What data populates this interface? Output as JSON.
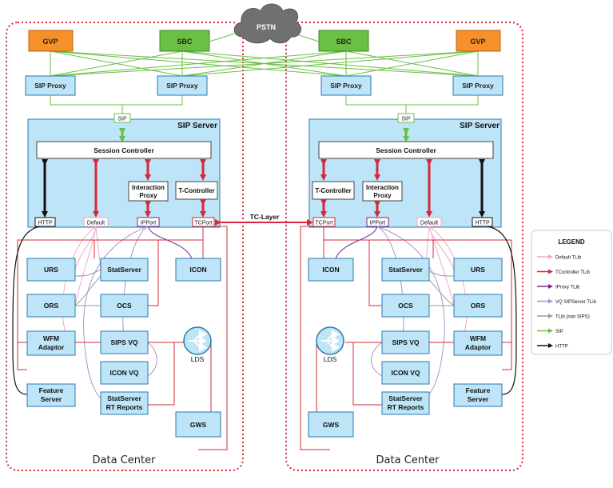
{
  "cloud": {
    "label": "PSTN"
  },
  "data_centers": [
    {
      "caption": "Data Center",
      "mark": "-"
    },
    {
      "caption": "Data Center",
      "mark": "-"
    }
  ],
  "top": {
    "gvp": "GVP",
    "sbc": "SBC",
    "sip_proxy": "SIP Proxy"
  },
  "sip_server": {
    "title": "SIP Server",
    "sip_tag": "SIP",
    "session_controller": "Session Controller",
    "interaction_proxy": [
      "Interaction",
      "Proxy"
    ],
    "t_controller": "T-Controller",
    "ports": {
      "http": "HTTP",
      "default": "Default",
      "ipport": "IPPort",
      "tcport": "TCPort"
    }
  },
  "tc_layer": "TC-Layer",
  "components": {
    "urs": "URS",
    "ors": "ORS",
    "wfm": [
      "WFM",
      "Adaptor"
    ],
    "feature": [
      "Feature",
      "Server"
    ],
    "statserver": "StatServer",
    "ocs": "OCS",
    "sips_vq": "SIPS VQ",
    "icon_vq": "ICON VQ",
    "statserver_rt": [
      "StatServer",
      "RT Reports"
    ],
    "icon": "ICON",
    "lds": "LDS",
    "gws": "GWS"
  },
  "legend": {
    "title": "LEGEND",
    "items": [
      {
        "label": "Default TLib",
        "color": "#f4a6c6"
      },
      {
        "label": "TController TLib",
        "color": "#d62839"
      },
      {
        "label": "IProxy TLib",
        "color": "#7a2a8c"
      },
      {
        "label": "VQ SIPServer TLib",
        "color": "#b08fcf"
      },
      {
        "label": "TLib (non SIPS)",
        "color": "#9a9a9a"
      },
      {
        "label": "SIP",
        "color": "#6abf45"
      },
      {
        "label": "HTTP",
        "color": "#111111"
      }
    ]
  },
  "colors": {
    "gvp": "#f5902a",
    "sbc": "#6abf45",
    "box": "#bde4f7",
    "box_border": "#2a7ab0",
    "dc_border": "#d62839",
    "sip_line": "#6abf45",
    "tlib_red": "#d62839"
  }
}
